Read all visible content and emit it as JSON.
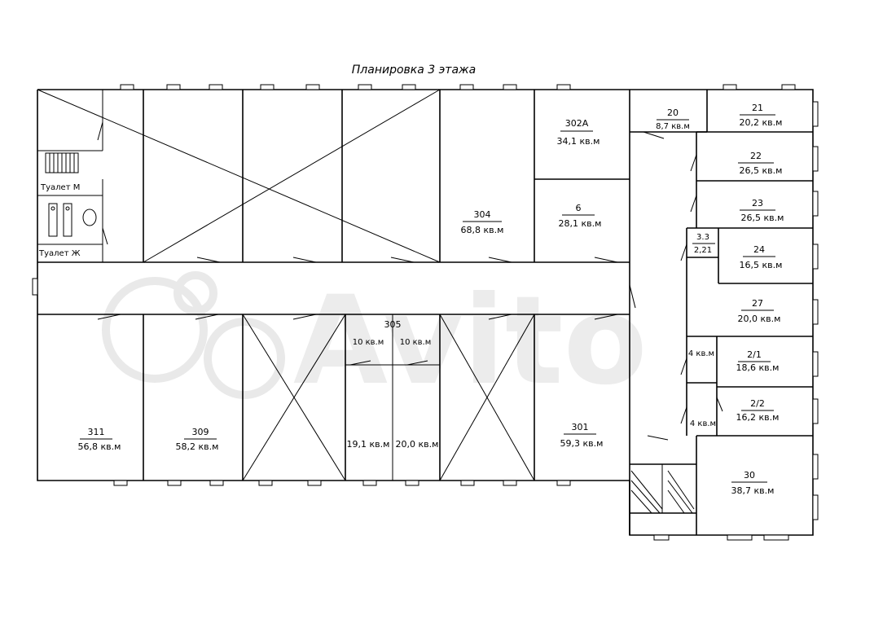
{
  "title": "Планировка 3 этажа",
  "watermark": "Avito",
  "toilets": {
    "male": "Туалет М",
    "female": "Туалет Ж"
  },
  "rooms": {
    "r302a": {
      "num": "302А",
      "area": "34,1 кв.м"
    },
    "r304": {
      "num": "304",
      "area": "68,8 кв.м"
    },
    "r6": {
      "num": "6",
      "area": "28,1 кв.м"
    },
    "r20": {
      "num": "20",
      "area": "8,7 кв.м"
    },
    "r21": {
      "num": "21",
      "area": "20,2 кв.м"
    },
    "r22": {
      "num": "22",
      "area": "26,5 кв.м"
    },
    "r23": {
      "num": "23",
      "area": "26,5 кв.м"
    },
    "r33": {
      "num": "3.3",
      "area": "2,21"
    },
    "r24": {
      "num": "24",
      "area": "16,5 кв.м"
    },
    "r27": {
      "num": "27",
      "area": "20,0 кв.м"
    },
    "r21b": {
      "num": "2/1",
      "area": "18,6 кв.м"
    },
    "r22b": {
      "num": "2/2",
      "area": "16,2 кв.м"
    },
    "r4a": {
      "area": "4 кв.м"
    },
    "r4b": {
      "area": "4 кв.м"
    },
    "r30": {
      "num": "30",
      "area": "38,7 кв.м"
    },
    "r311": {
      "num": "311",
      "area": "56,8 кв.м"
    },
    "r309": {
      "num": "309",
      "area": "58,2 кв.м"
    },
    "r305": {
      "num": "305"
    },
    "r305a": {
      "area": "10 кв.м"
    },
    "r305b": {
      "area": "10 кв.м"
    },
    "r305c": {
      "area": "19,1 кв.м"
    },
    "r305d": {
      "area": "20,0 кв.м"
    },
    "r301": {
      "num": "301",
      "area": "59,3 кв.м"
    }
  }
}
